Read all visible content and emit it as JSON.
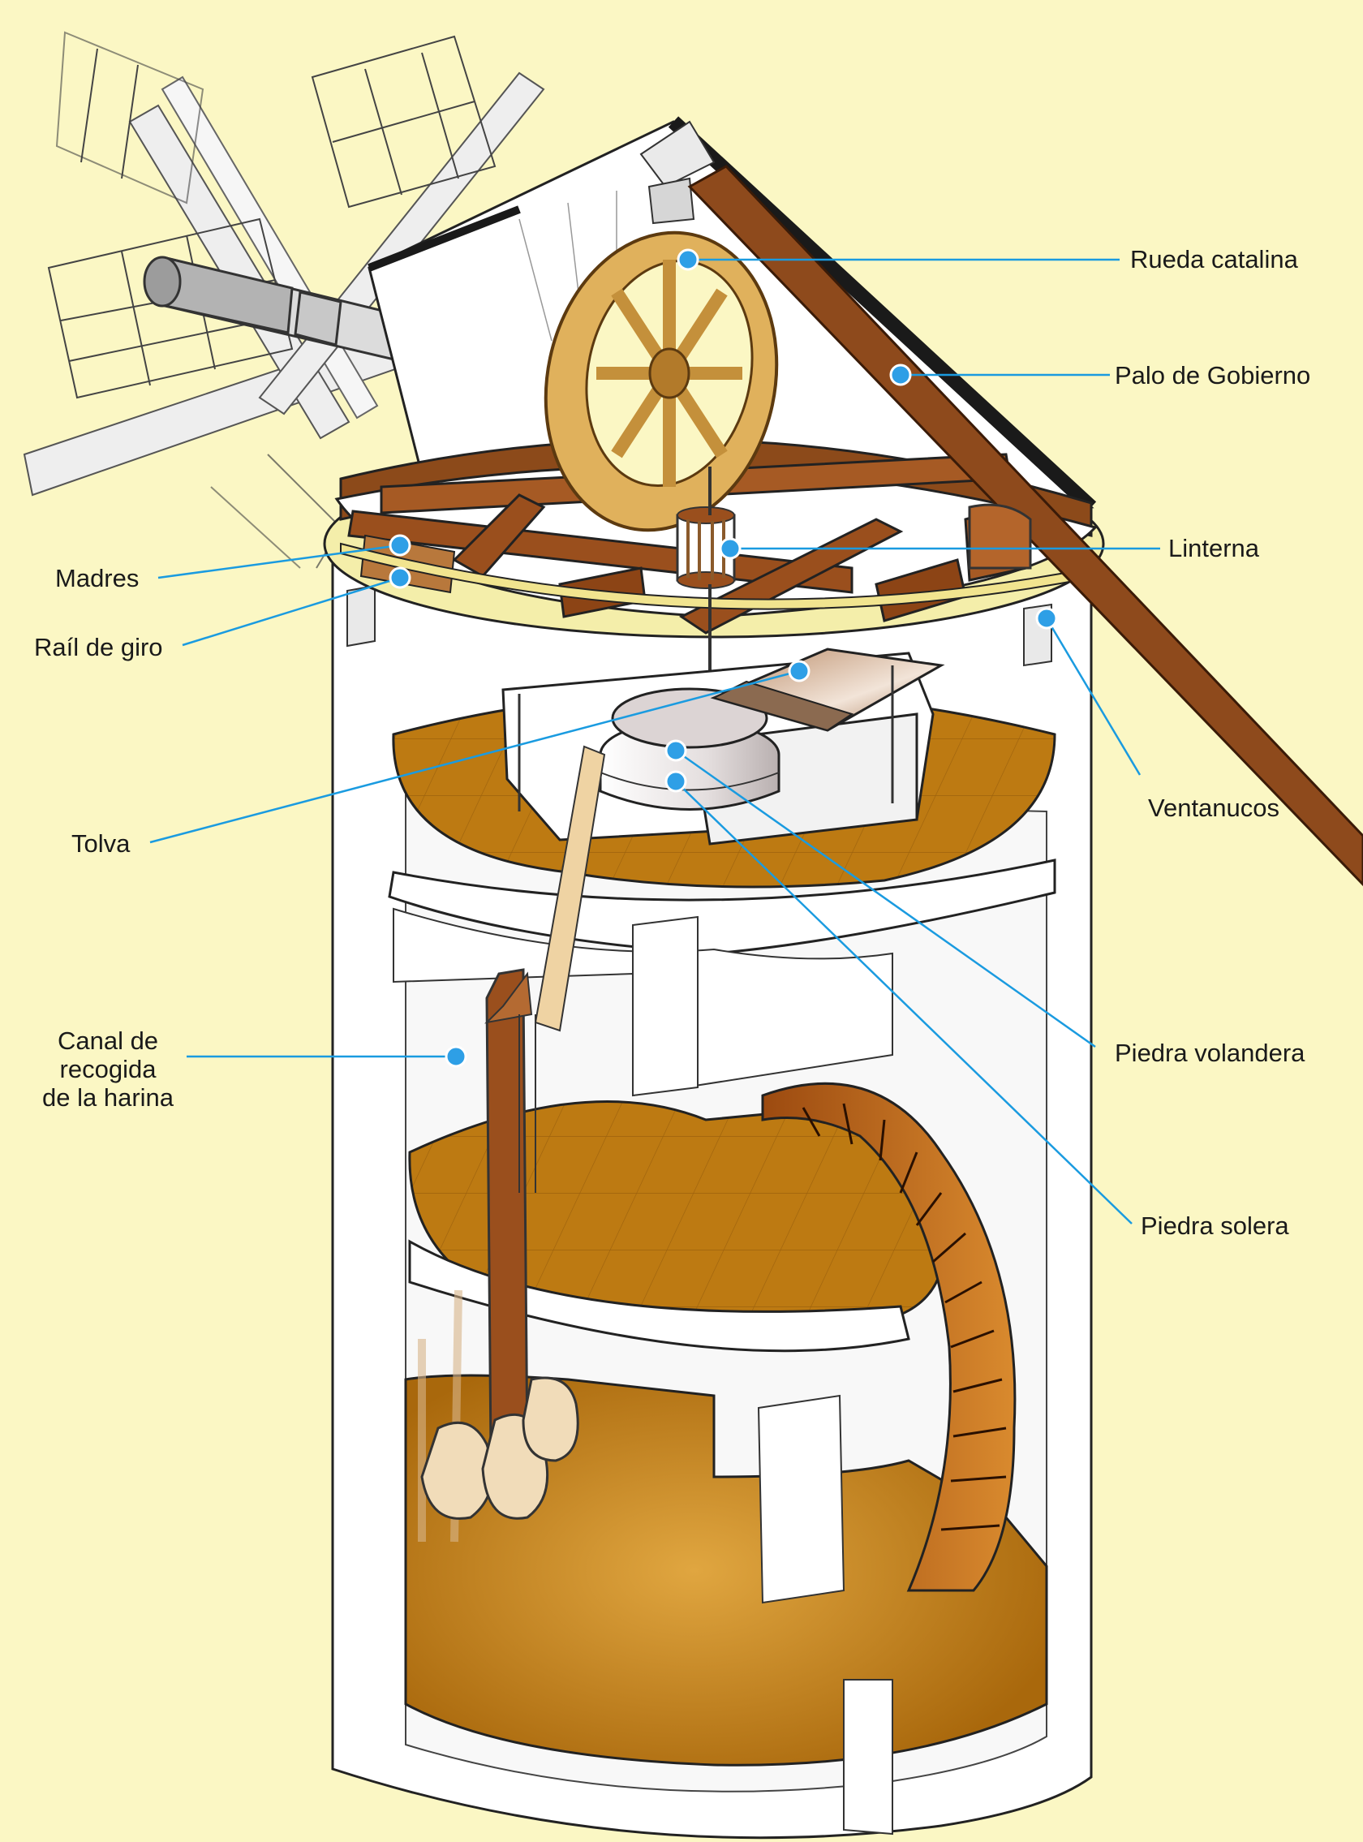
{
  "colors": {
    "background": "#fbf7c4",
    "wood": "#9a4f1d",
    "wood_dark": "#6e3413",
    "wood_light": "#d8a959",
    "floor": "#b9780f",
    "floor_light": "#e8b54a",
    "wall": "#ffffff",
    "outline": "#3a3a3a",
    "leader": "#1a9be0",
    "pin": "#2e9fe6"
  },
  "labels": [
    {
      "id": "rueda-catalina",
      "text": "Rueda catalina"
    },
    {
      "id": "palo-de-gobierno",
      "text": "Palo de Gobierno"
    },
    {
      "id": "linterna",
      "text": "Linterna"
    },
    {
      "id": "madres",
      "text": "Madres"
    },
    {
      "id": "rail-de-giro",
      "text": "Raíl de giro"
    },
    {
      "id": "ventanucos",
      "text": "Ventanucos"
    },
    {
      "id": "tolva",
      "text": "Tolva"
    },
    {
      "id": "canal",
      "text": "Canal de\nrecogida\nde la harina"
    },
    {
      "id": "piedra-volandera",
      "text": "Piedra volandera"
    },
    {
      "id": "piedra-solera",
      "text": "Piedra solera"
    }
  ]
}
